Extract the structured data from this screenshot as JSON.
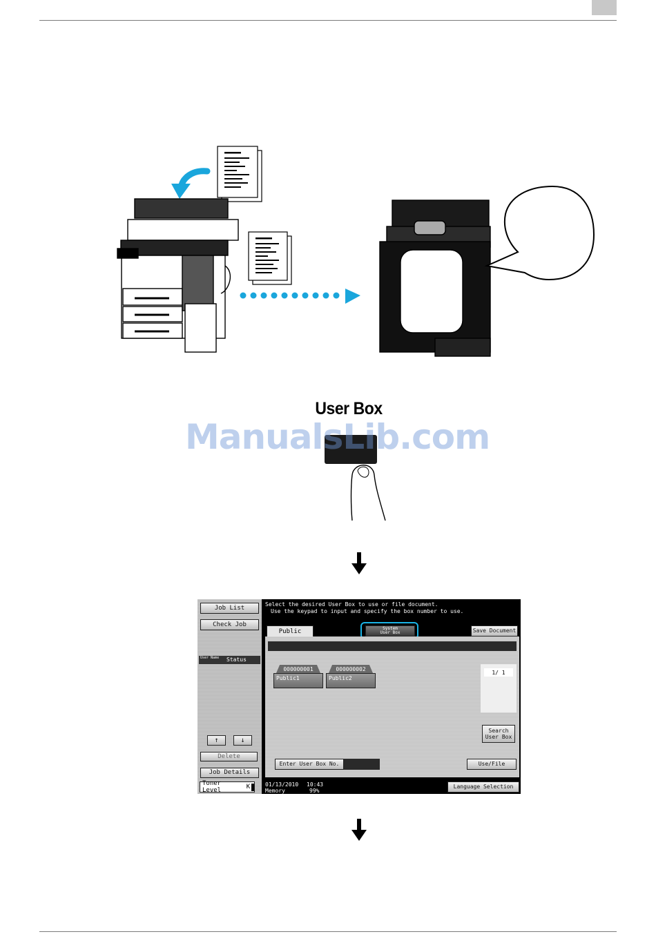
{
  "figure": {
    "key_label": "User Box",
    "watermark": "ManualsLib.com"
  },
  "lcd": {
    "message_line1": "Select the desired User Box to use or file document.",
    "message_line2": "Use the keypad to input and specify the box number to use.",
    "job_list": "Job List",
    "check_job": "Check Job",
    "col_user": "User Name",
    "col_status": "Status",
    "delete": "Delete",
    "job_details": "Job Details",
    "toner": "Toner Level",
    "toner_k": "K",
    "tab_public": "Public",
    "system_user_box_l1": "System",
    "system_user_box_l2": "User Box",
    "save_document": "Save Document",
    "boxes": [
      {
        "number": "000000001",
        "name": "Public1"
      },
      {
        "number": "000000002",
        "name": "Public2"
      }
    ],
    "page_indicator": "1/  1",
    "search_l1": "Search",
    "search_l2": "User Box",
    "enter_box": "Enter User Box No.",
    "use_file": "Use/File",
    "date": "01/13/2010",
    "time": "10:43",
    "memory_label": "Memory",
    "memory_value": "99%",
    "language": "Language Selection",
    "highlight_color": "#1ab4e6"
  }
}
